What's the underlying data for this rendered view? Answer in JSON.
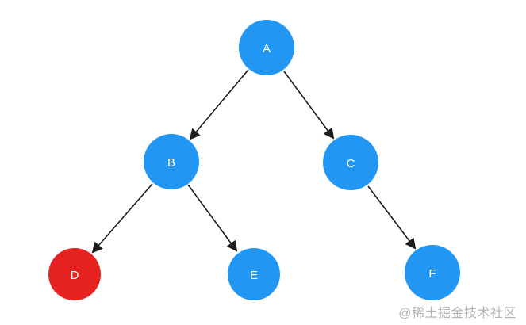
{
  "diagram": {
    "type": "binary-tree",
    "nodes": [
      {
        "id": "A",
        "label": "A",
        "color": "#2196f3",
        "text_color": "#ffffff"
      },
      {
        "id": "B",
        "label": "B",
        "color": "#2196f3",
        "text_color": "#ffffff"
      },
      {
        "id": "C",
        "label": "C",
        "color": "#2196f3",
        "text_color": "#ffffff"
      },
      {
        "id": "D",
        "label": "D",
        "color": "#e62320",
        "text_color": "#ffffff"
      },
      {
        "id": "E",
        "label": "E",
        "color": "#2196f3",
        "text_color": "#ffffff"
      },
      {
        "id": "F",
        "label": "F",
        "color": "#2196f3",
        "text_color": "#ffffff"
      }
    ],
    "edges": [
      {
        "from": "A",
        "to": "B"
      },
      {
        "from": "A",
        "to": "C"
      },
      {
        "from": "B",
        "to": "D"
      },
      {
        "from": "B",
        "to": "E"
      },
      {
        "from": "C",
        "to": "F"
      }
    ],
    "edge_color": "#1c1c1c"
  },
  "watermark": {
    "text": "@稀土掘金技术社区",
    "color": "#b4b4b4"
  }
}
